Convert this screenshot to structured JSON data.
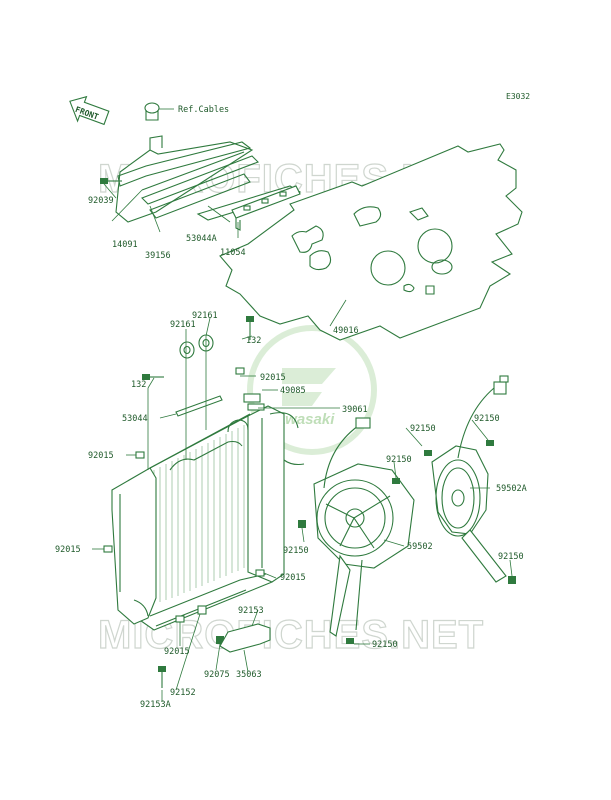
{
  "diagram_code": "E3032",
  "watermark": "MICROFICHES.NET",
  "brand_badge": "Kawasaki",
  "front_arrow": "FRONT",
  "ref_cables_label": "Ref.Cables",
  "labels": {
    "p92039": "92039",
    "p14091": "14091",
    "p39156": "39156",
    "p53044A": "53044A",
    "p11054": "11054",
    "p49016": "49016",
    "p92161a": "92161",
    "p92161b": "92161",
    "p132a": "132",
    "p132b": "132",
    "p92015a": "92015",
    "p49085": "49085",
    "p39061": "39061",
    "p53044": "53044",
    "p92015b": "92015",
    "p92150a": "92150",
    "p92150b": "92150",
    "p92150c": "92150",
    "p59502A": "59502A",
    "p92015c": "92015",
    "p92150d": "92150",
    "p59502": "59502",
    "p92150e": "92150",
    "p92015d": "92015",
    "p92153": "92153",
    "p92015e": "92015",
    "p92075": "92075",
    "p35063": "35063",
    "p92150f": "92150",
    "p92152": "92152",
    "p92153A": "92153A"
  }
}
